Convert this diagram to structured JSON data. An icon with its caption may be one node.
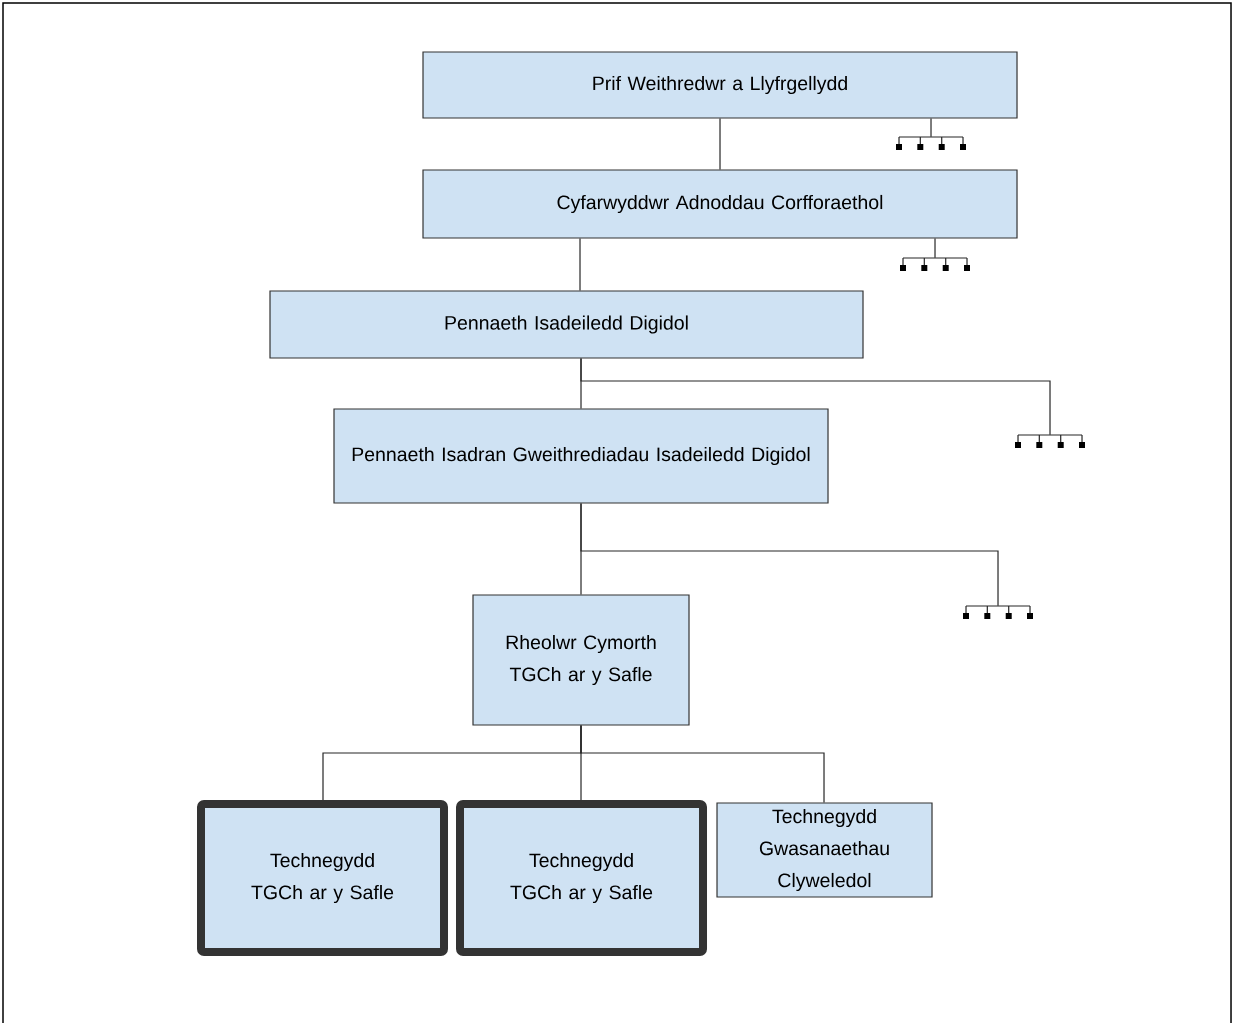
{
  "diagram": {
    "nodes": [
      {
        "text": [
          "Prif Weithredwr a Llyfrgellydd"
        ]
      },
      {
        "text": [
          "Cyfarwyddwr Adnoddau Corfforaethol"
        ]
      },
      {
        "text": [
          "Pennaeth Isadeiledd Digidol"
        ]
      },
      {
        "text": [
          "Pennaeth Isadran Gweithrediadau Isadeiledd Digidol"
        ]
      },
      {
        "text": [
          "Rheolwr Cymorth TGCh ar y Safle"
        ]
      },
      {
        "text": [
          "Technegydd TGCh ar y Safle"
        ]
      },
      {
        "text": [
          "Technegydd TGCh ar y Safle"
        ]
      },
      {
        "text": [
          "Technegydd Gwasanaethau Clyweledol"
        ]
      },
      {
        "text": [],
        "shape": "icon"
      },
      {
        "text": [],
        "shape": "icon"
      },
      {
        "text": [],
        "shape": "icon"
      },
      {
        "text": [],
        "shape": "icon"
      }
    ],
    "edges": [
      {
        "from": 0,
        "to": 1,
        "arrow": "none"
      },
      {
        "from": 0,
        "to": 8,
        "arrow": "none"
      },
      {
        "from": 1,
        "to": 2,
        "arrow": "none"
      },
      {
        "from": 1,
        "to": 9,
        "arrow": "none"
      },
      {
        "from": 2,
        "to": 3,
        "arrow": "none"
      },
      {
        "from": 2,
        "to": 10,
        "arrow": "none"
      },
      {
        "from": 3,
        "to": 4,
        "arrow": "none"
      },
      {
        "from": 3,
        "to": 11,
        "arrow": "none"
      },
      {
        "from": 4,
        "to": 5,
        "arrow": "none"
      },
      {
        "from": 4,
        "to": 6,
        "arrow": "none"
      },
      {
        "from": 4,
        "to": 7,
        "arrow": "none"
      }
    ]
  }
}
